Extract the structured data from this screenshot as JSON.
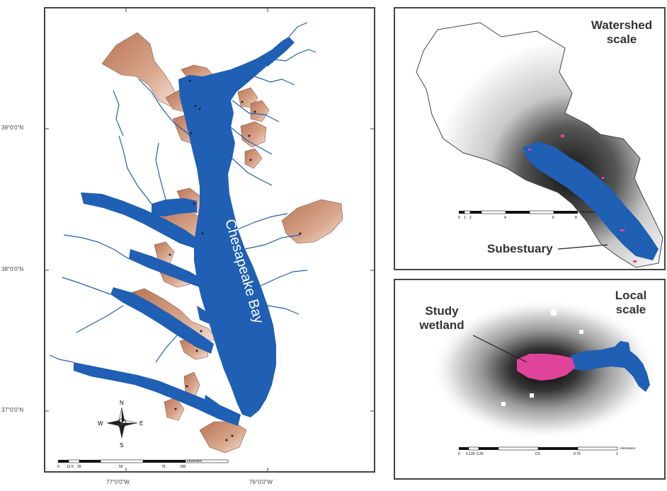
{
  "main_map": {
    "bay_label": "Chesapeake Bay",
    "lat_ticks": [
      "39°0'0\"N",
      "38°0'0\"N",
      "37°0'0\"N"
    ],
    "lon_ticks": [
      "77°0'0\"W",
      "76°0'0\"W"
    ],
    "compass": {
      "n": "N",
      "s": "S",
      "e": "E",
      "w": "W"
    },
    "scale_ticks": [
      "0",
      "12.5",
      "25",
      "50",
      "75",
      "100"
    ],
    "scale_unit": "Kilometers"
  },
  "watershed_panel": {
    "title_line1": "Watershed",
    "title_line2": "scale",
    "callout": "Subestuary",
    "scale_ticks": [
      "0",
      "1",
      "2",
      "4",
      "6",
      "8"
    ],
    "scale_unit": "Kilometers"
  },
  "local_panel": {
    "title_line1": "Local",
    "title_line2": "scale",
    "callout_line1": "Study",
    "callout_line2": "wetland",
    "scale_ticks": [
      "0",
      "0.125",
      "0.25",
      "0.5",
      "0.75",
      "1"
    ],
    "scale_unit": "Kilometers"
  },
  "colors": {
    "water": "#1f5fb4",
    "watershed_fill": "#c98a6a",
    "wetland": "#e0449a",
    "frame": "#444444"
  }
}
